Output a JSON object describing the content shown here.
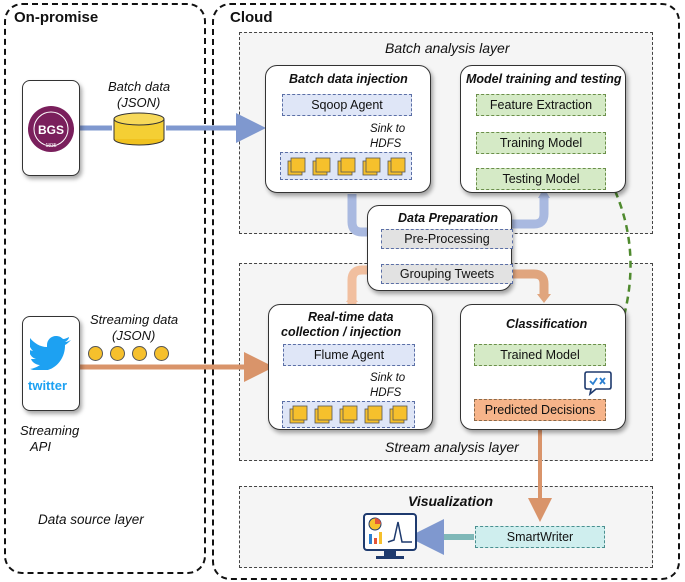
{
  "source_panel": {
    "title": "On-promise",
    "layer_label": "Data source layer"
  },
  "cloud_panel": {
    "title": "Cloud"
  },
  "batch_source": {
    "logo_letters": "BGS",
    "logo_year": "1835",
    "data_label_1": "Batch data",
    "data_label_2": "(JSON)"
  },
  "stream_source": {
    "logo_word": "twitter",
    "data_label_1": "Streaming data",
    "data_label_2": "(JSON)",
    "api_label_1": "Streaming",
    "api_label_2": "API"
  },
  "batch_layer": {
    "label": "Batch analysis layer",
    "injection": {
      "title": "Batch data injection",
      "agent": "Sqoop Agent",
      "sink_1": "Sink to",
      "sink_2": "HDFS"
    },
    "model": {
      "title": "Model training and testing",
      "step_1": "Feature Extraction",
      "step_2": "Training Model",
      "step_3": "Testing Model"
    }
  },
  "preparation": {
    "title": "Data Preparation",
    "step_1": "Pre-Processing",
    "step_2": "Grouping Tweets"
  },
  "stream_layer": {
    "label": "Stream analysis layer",
    "collection": {
      "title_1": "Real-time data",
      "title_2": "collection / injection",
      "agent": "Flume Agent",
      "sink_1": "Sink to",
      "sink_2": "HDFS"
    },
    "classification": {
      "title": "Classification",
      "step_1": "Trained Model",
      "step_2": "Predicted Decisions"
    }
  },
  "visualization": {
    "title": "Visualization",
    "tool": "SmartWriter"
  },
  "colors": {
    "batch_arrow": "#7f98cf",
    "stream_arrow": "#d9946a",
    "model_link": "#4f8a2e"
  }
}
